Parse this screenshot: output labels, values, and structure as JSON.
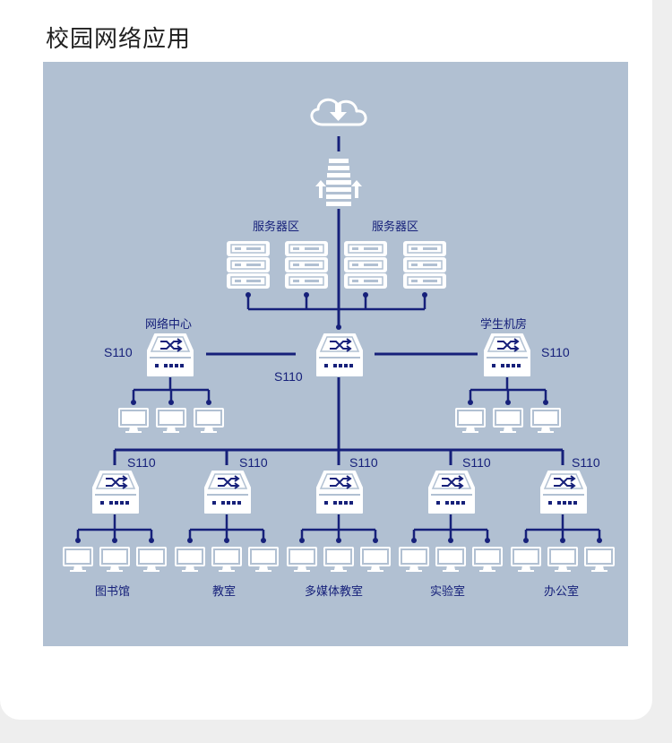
{
  "title": "校园网络应用",
  "labels": {
    "server_zone_left": "服务器区",
    "server_zone_right": "服务器区",
    "network_center": "网络中心",
    "student_lab": "学生机房",
    "library": "图书馆",
    "classroom": "教室",
    "multimedia_classroom": "多媒体教室",
    "laboratory": "实验室",
    "office": "办公室"
  },
  "switch_model": "S110",
  "colors": {
    "background": "#b1c0d2",
    "line": "#16207a",
    "device": "#ffffff"
  },
  "icons": [
    "cloud-download-icon",
    "firewall-icon",
    "server-icon",
    "switch-icon",
    "monitor-icon"
  ]
}
